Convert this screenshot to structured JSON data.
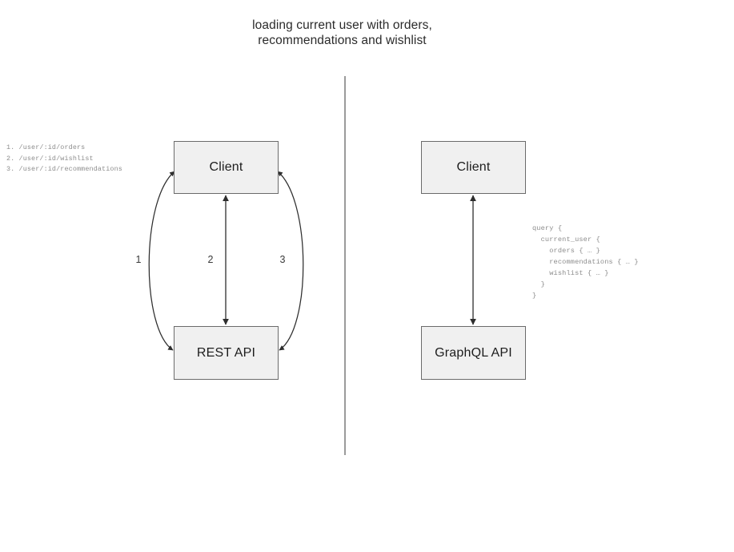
{
  "title": "loading current user with orders,\nrecommendations and wishlist",
  "divider": {
    "name": "vertical-divider",
    "color": "#7a7a7a"
  },
  "left_panel": {
    "name": "rest-comparison-panel",
    "nodes": [
      {
        "id": "client-rest",
        "label": "Client"
      },
      {
        "id": "rest-api",
        "label": "REST API"
      }
    ],
    "edges": [
      {
        "id": "edge-1",
        "label": "1",
        "style": "curve-left",
        "direction": "bidirectional"
      },
      {
        "id": "edge-2",
        "label": "2",
        "style": "straight",
        "direction": "bidirectional"
      },
      {
        "id": "edge-3",
        "label": "3",
        "style": "curve-right",
        "direction": "bidirectional"
      }
    ],
    "endpoints_list": "1. /user/:id/orders\n2. /user/:id/wishlist\n3. /user/:id/recommendations"
  },
  "right_panel": {
    "name": "graphql-comparison-panel",
    "nodes": [
      {
        "id": "client-graphql",
        "label": "Client"
      },
      {
        "id": "graphql-api",
        "label": "GraphQL API"
      }
    ],
    "edges": [
      {
        "id": "edge-graphql",
        "label": "",
        "style": "straight",
        "direction": "bidirectional"
      }
    ],
    "query": "query {\n  current_user {\n    orders { … }\n    recommendations { … }\n    wishlist { … }\n  }\n}"
  },
  "colors": {
    "node_fill": "#f0f0f0",
    "node_border": "#6b6b6b",
    "text": "#1d1d1d",
    "annotation_text": "#8d8d8d",
    "edge": "#3a3a3a",
    "background": "#ffffff"
  }
}
